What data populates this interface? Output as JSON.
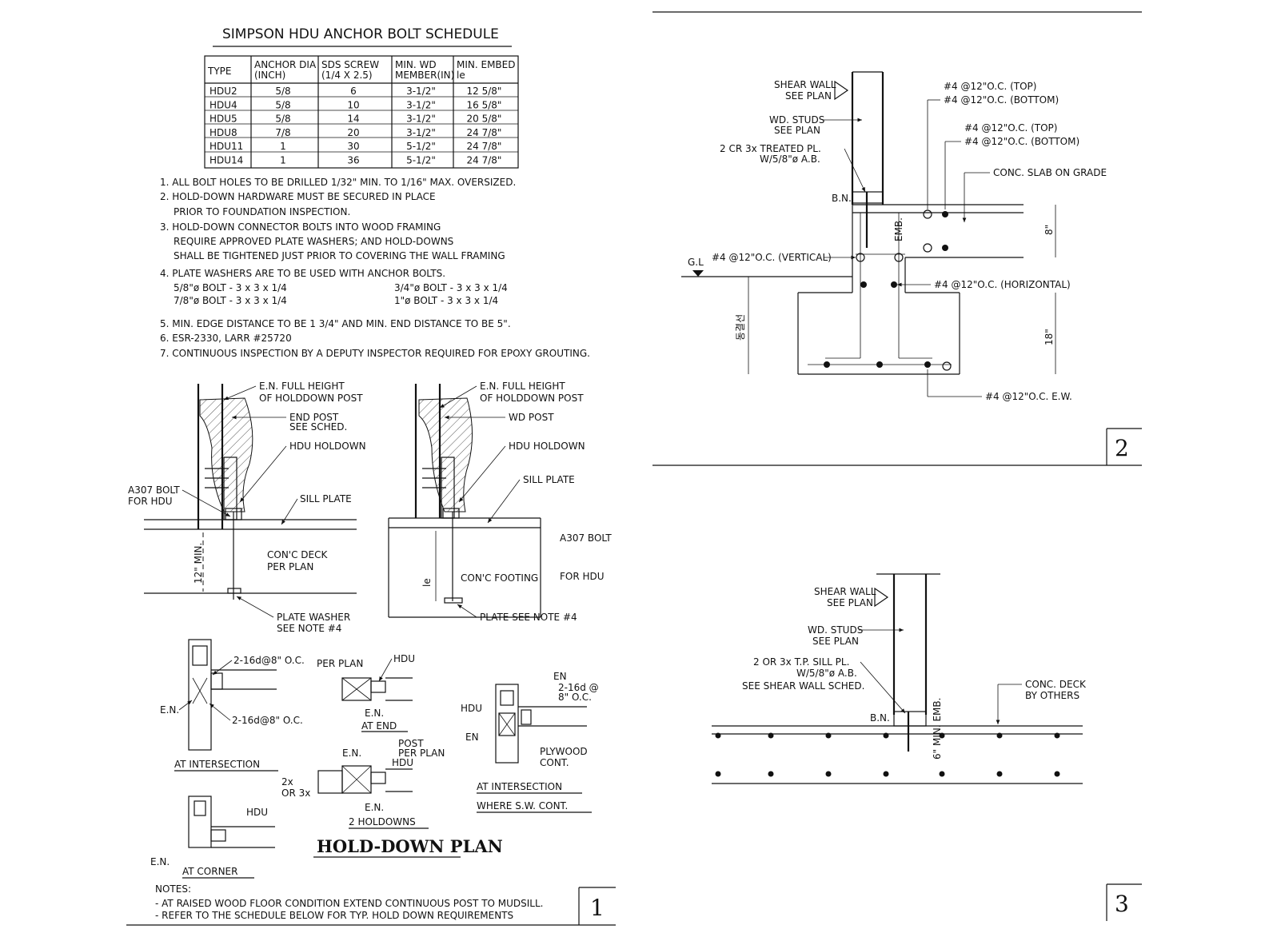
{
  "schedule": {
    "title": "SIMPSON HDU ANCHOR BOLT SCHEDULE",
    "headers": [
      [
        "TYPE"
      ],
      [
        "ANCHOR DIA",
        "(INCH)"
      ],
      [
        "SDS SCREW",
        "(1/4 X 2.5)"
      ],
      [
        "MIN. WD",
        "MEMBER(IN)"
      ],
      [
        "MIN. EMBED",
        "le"
      ]
    ],
    "rows": [
      [
        "HDU2",
        "5/8",
        "6",
        "3-1/2\"",
        "12 5/8\""
      ],
      [
        "HDU4",
        "5/8",
        "10",
        "3-1/2\"",
        "16 5/8\""
      ],
      [
        "HDU5",
        "5/8",
        "14",
        "3-1/2\"",
        "20 5/8\""
      ],
      [
        "HDU8",
        "7/8",
        "20",
        "3-1/2\"",
        "24 7/8\""
      ],
      [
        "HDU11",
        "1",
        "30",
        "5-1/2\"",
        "24 7/8\""
      ],
      [
        "HDU14",
        "1",
        "36",
        "5-1/2\"",
        "24 7/8\""
      ]
    ]
  },
  "notes": {
    "n1": "1.  ALL BOLT HOLES TO BE DRILLED 1/32\" MIN. TO 1/16\" MAX. OVERSIZED.",
    "n2a": "2. HOLD-DOWN HARDWARE MUST BE SECURED IN PLACE",
    "n2b": "PRIOR TO FOUNDATION INSPECTION.",
    "n3a": "3. HOLD-DOWN CONNECTOR BOLTS INTO WOOD FRAMING",
    "n3b": "REQUIRE APPROVED PLATE WASHERS; AND HOLD-DOWNS",
    "n3c": "SHALL BE TIGHTENED JUST PRIOR TO COVERING THE WALL FRAMING",
    "n4": "4. PLATE WASHERS ARE TO BE USED WITH ANCHOR BOLTS.",
    "w1": "5/8\"ø BOLT  -  3 x 3 x 1/4",
    "w2": "3/4\"ø BOLT  -  3 x 3 x 1/4",
    "w3": "7/8\"ø BOLT  -  3 x 3 x 1/4",
    "w4": "1\"ø BOLT  -  3 x 3 x 1/4",
    "n5": "5. MIN. EDGE DISTANCE TO BE 1 3/4\" AND MIN. END DISTANCE TO BE 5\".",
    "n6": "6. ESR-2330, LARR #25720",
    "n7": "7. CONTINUOUS INSPECTION BY A DEPUTY INSPECTOR REQUIRED FOR EPOXY GROUTING."
  },
  "detail_a": {
    "en1": "E.N. FULL HEIGHT",
    "en2": "OF HOLDDOWN POST",
    "end1": "END POST",
    "end2": "SEE SCHED.",
    "hdu": "HDU HOLDOWN",
    "a3071": "A307 BOLT",
    "a3072": "FOR HDU",
    "sill": "SILL PLATE",
    "deck1": "CON'C DECK",
    "deck2": "PER PLAN",
    "min": "12\" MIN.",
    "pw1": "PLATE WASHER",
    "pw2": "SEE NOTE #4"
  },
  "detail_b": {
    "en1": "E.N. FULL HEIGHT",
    "en2": "OF HOLDDOWN POST",
    "wd": "WD POST",
    "hdu": "HDU HOLDOWN",
    "sill": "SILL PLATE",
    "a307": "A307 BOLT",
    "ftg": "CON'C FOOTING",
    "forhdu": "FOR HDU",
    "le": "le",
    "plate": "PLATE SEE NOTE #4"
  },
  "plans": {
    "nail1": "2-16d@8\" O.C.",
    "nail2": "2-16d@8\" O.C.",
    "en": "E.N.",
    "at_int": "AT INTERSECTION",
    "per_plan": "PER PLAN",
    "hdu": "HDU",
    "en_end": "E.N.",
    "at_end": "AT END",
    "en_top": "E.N.",
    "post1": "POST",
    "post2": "PER PLAN",
    "hdu2": "HDU",
    "twox1": "2x",
    "twox2": "OR 3x",
    "en_bot": "E.N.",
    "two_hd": "2 HOLDOWNS",
    "hd_plan": "HOLD-DOWN PLAN",
    "hdu_c": "HDU",
    "en_c": "E.N.",
    "at_corner": "AT CORNER",
    "en_sw": "EN",
    "nail_sw1": "2-16d @",
    "nail_sw2": "8\" O.C.",
    "hdu_sw": "HDU",
    "en_sw2": "EN",
    "ply1": "PLYWOOD",
    "ply2": "CONT.",
    "sw1": "AT INTERSECTION",
    "sw2": "WHERE S.W. CONT."
  },
  "bottom_notes": {
    "h": "NOTES:",
    "a": "- AT RAISED WOOD FLOOR CONDITION EXTEND CONTINUOUS POST TO MUDSILL.",
    "b": "- REFER TO THE SCHEDULE BELOW FOR TYP. HOLD DOWN REQUIREMENTS"
  },
  "detail2": {
    "sw1": "SHEAR WALL",
    "sw2": "SEE PLAN",
    "st1": "WD. STUDS",
    "st2": "SEE PLAN",
    "pl1": "2 CR 3x TREATED PL.",
    "pl2": "W/5/8\"ø A.B.",
    "bn": "B.N.",
    "gl": "G.L",
    "vert": "#4 @12\"O.C. (VERTICAL)",
    "r1": "#4 @12\"O.C. (TOP)",
    "r2": "#4 @12\"O.C. (BOTTOM)",
    "r3": "#4 @12\"O.C. (TOP)",
    "r4": "#4 @12\"O.C. (BOTTOM)",
    "slab": "CONC. SLAB ON GRADE",
    "emb": "EMB.",
    "d8": "8\"",
    "horiz": "#4 @12\"O.C. (HORIZONTAL)",
    "d18": "18\"",
    "ew": "#4 @12\"O.C. E.W.",
    "kor": "동결선"
  },
  "detail3": {
    "sw1": "SHEAR WALL",
    "sw2": "SEE PLAN",
    "st1": "WD. STUDS",
    "st2": "SEE PLAN",
    "pl1": "2 OR 3x T.P. SILL PL.",
    "pl2": "W/5/8\"ø A.B.",
    "pl3": "SEE SHEAR WALL SCHED.",
    "deck1": "CONC. DECK",
    "deck2": "BY OTHERS",
    "bn": "B.N.",
    "emb": "6\" MIN. EMB."
  },
  "detail_numbers": {
    "d1": "1",
    "d2": "2",
    "d3": "3"
  }
}
